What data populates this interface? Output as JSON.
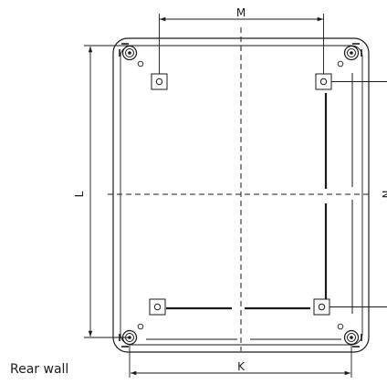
{
  "caption": "Rear wall",
  "dimensions": {
    "top": "M",
    "left": "L",
    "bottom": "K",
    "right": "N"
  }
}
